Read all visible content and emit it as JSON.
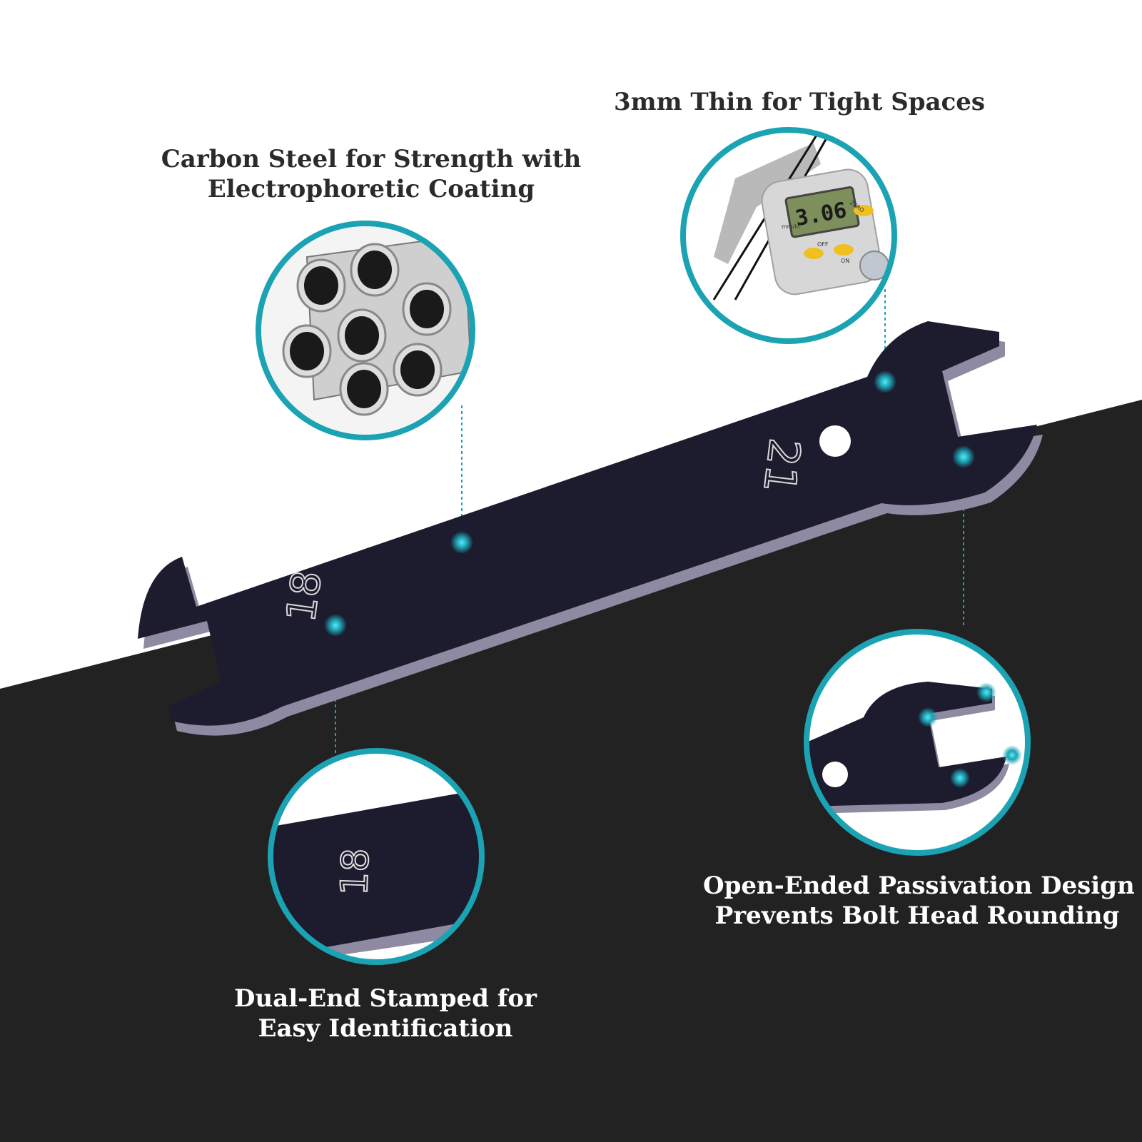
{
  "callouts": {
    "carbon_steel": {
      "line1": "Carbon Steel for Strength with",
      "line2": "Electrophoretic Coating"
    },
    "thin": {
      "line1": "3mm Thin for Tight Spaces"
    },
    "dual_end": {
      "line1": "Dual-End Stamped for",
      "line2": "Easy Identification"
    },
    "open_ended": {
      "line1": "Open-Ended Passivation Design",
      "line2": "Prevents Bolt Head Rounding"
    }
  },
  "wrench": {
    "size_small": "18",
    "size_large": "21"
  },
  "caliper": {
    "reading": "3.06",
    "zero_label": "ZERO",
    "off_label": "OFF",
    "on_label": "ON",
    "unit_label": "mm/in"
  },
  "colors": {
    "background_top": "#ffffff",
    "background_bottom": "#222222",
    "wrench_body": "#1d1b2e",
    "wrench_edge": "#8e8aa2",
    "accent_teal": "#1ba3b3"
  }
}
